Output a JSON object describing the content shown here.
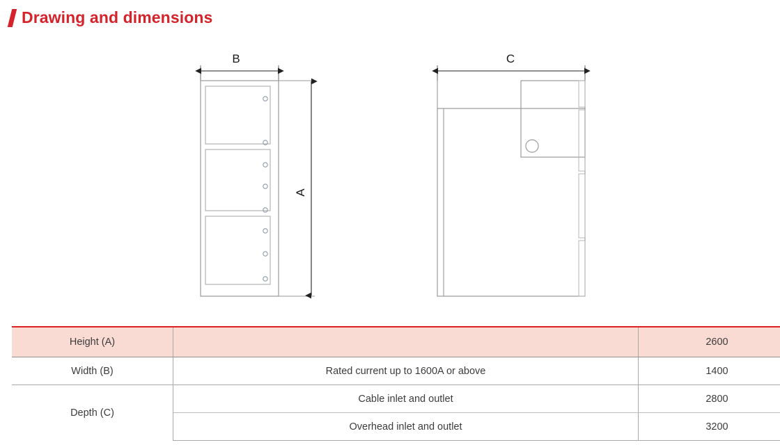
{
  "header": {
    "title": "Drawing and dimensions",
    "accent_color": "#d5232b"
  },
  "drawing": {
    "front_view": {
      "name": "front-view",
      "width_dimension_label": "B",
      "height_dimension_label": "A",
      "panel_count": 3,
      "hinges_per_panel": [
        2,
        3,
        3
      ]
    },
    "side_view": {
      "name": "side-view",
      "depth_dimension_label": "C",
      "handle_shape": "circle"
    }
  },
  "table": {
    "header_fill": "#fadbd4",
    "header_border": "#e02020",
    "columns": [
      "label",
      "description",
      "value"
    ],
    "rows": [
      {
        "label": "Height (A)",
        "description": "",
        "value": "2600",
        "header": true
      },
      {
        "label": "Width (B)",
        "description": "Rated current up to 1600A or above",
        "value": "1400",
        "header": false
      },
      {
        "label": "Depth (C)",
        "description": "Cable inlet and outlet",
        "value": "2800",
        "header": false
      },
      {
        "label": "",
        "description": "Overhead inlet and outlet",
        "value": "3200",
        "header": false
      }
    ]
  }
}
